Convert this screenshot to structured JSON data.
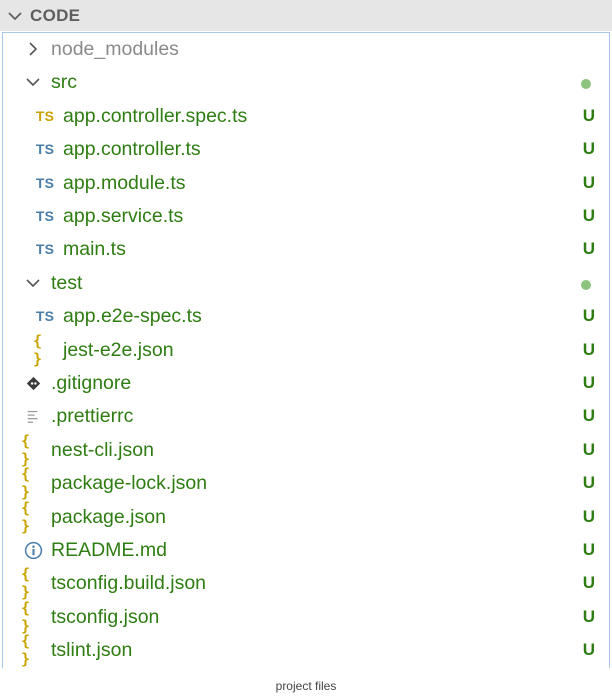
{
  "section": {
    "title": "CODE",
    "icon": "chevron-down-icon"
  },
  "tree": [
    {
      "label": "node_modules",
      "type": "folder",
      "expanded": false,
      "status": "",
      "icon": "chevron-right-icon",
      "depth": 0
    },
    {
      "label": "src",
      "type": "folder",
      "expanded": true,
      "status": "dot",
      "icon": "chevron-down-icon",
      "depth": 0
    },
    {
      "label": "app.controller.spec.ts",
      "type": "file",
      "status": "U",
      "icon": "typescript-icon",
      "icon_text": "TS",
      "icon_color": "#c9a300",
      "depth": 1
    },
    {
      "label": "app.controller.ts",
      "type": "file",
      "status": "U",
      "icon": "typescript-icon",
      "icon_text": "TS",
      "icon_color": "#4a7ea8",
      "depth": 1
    },
    {
      "label": "app.module.ts",
      "type": "file",
      "status": "U",
      "icon": "typescript-icon",
      "icon_text": "TS",
      "icon_color": "#4a7ea8",
      "depth": 1
    },
    {
      "label": "app.service.ts",
      "type": "file",
      "status": "U",
      "icon": "typescript-icon",
      "icon_text": "TS",
      "icon_color": "#4a7ea8",
      "depth": 1
    },
    {
      "label": "main.ts",
      "type": "file",
      "status": "U",
      "icon": "typescript-icon",
      "icon_text": "TS",
      "icon_color": "#4a7ea8",
      "depth": 1
    },
    {
      "label": "test",
      "type": "folder",
      "expanded": true,
      "status": "dot",
      "icon": "chevron-down-icon",
      "depth": 0
    },
    {
      "label": "app.e2e-spec.ts",
      "type": "file",
      "status": "U",
      "icon": "typescript-icon",
      "icon_text": "TS",
      "icon_color": "#4a7ea8",
      "depth": 1
    },
    {
      "label": "jest-e2e.json",
      "type": "file",
      "status": "U",
      "icon": "json-icon",
      "icon_text": "{ }",
      "depth": 1
    },
    {
      "label": ".gitignore",
      "type": "file",
      "status": "U",
      "icon": "git-icon",
      "depth": 0
    },
    {
      "label": ".prettierrc",
      "type": "file",
      "status": "U",
      "icon": "text-lines-icon",
      "depth": 0
    },
    {
      "label": "nest-cli.json",
      "type": "file",
      "status": "U",
      "icon": "json-icon",
      "icon_text": "{ }",
      "depth": 0
    },
    {
      "label": "package-lock.json",
      "type": "file",
      "status": "U",
      "icon": "json-icon",
      "icon_text": "{ }",
      "depth": 0
    },
    {
      "label": "package.json",
      "type": "file",
      "status": "U",
      "icon": "json-icon",
      "icon_text": "{ }",
      "depth": 0
    },
    {
      "label": "README.md",
      "type": "file",
      "status": "U",
      "icon": "info-icon",
      "depth": 0
    },
    {
      "label": "tsconfig.build.json",
      "type": "file",
      "status": "U",
      "icon": "json-icon",
      "icon_text": "{ }",
      "depth": 0
    },
    {
      "label": "tsconfig.json",
      "type": "file",
      "status": "U",
      "icon": "json-icon",
      "icon_text": "{ }",
      "depth": 0
    },
    {
      "label": "tslint.json",
      "type": "file",
      "status": "U",
      "icon": "json-icon",
      "icon_text": "{ }",
      "depth": 0
    }
  ],
  "caption": "project files",
  "colors": {
    "untracked_text": "#2e7d12",
    "dim_text": "#8a8a8a",
    "ts_blue": "#4a7ea8",
    "ts_yellow": "#c9a300",
    "json_yellow": "#c9a300",
    "modified_dot": "#8cc47e",
    "header_bg": "#e6e6e6",
    "focus_border": "#a7c7e7"
  }
}
